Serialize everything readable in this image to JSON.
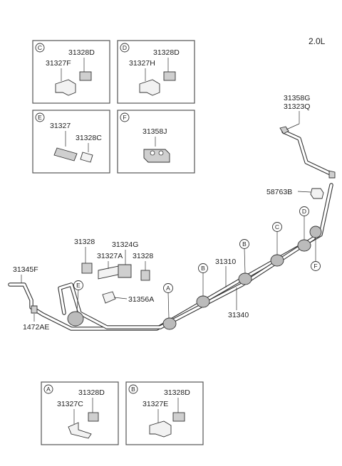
{
  "engine": "2.0L",
  "panels": {
    "C": {
      "letter": "C",
      "part_a": "31328D",
      "part_b": "31327F"
    },
    "D": {
      "letter": "D",
      "part_a": "31328D",
      "part_b": "31327H"
    },
    "E": {
      "letter": "E",
      "part_a": "31327",
      "part_b": "31328C"
    },
    "F": {
      "letter": "F",
      "part_a": "31358J"
    },
    "A": {
      "letter": "A",
      "part_a": "31328D",
      "part_b": "31327C"
    },
    "B": {
      "letter": "B",
      "part_a": "31328D",
      "part_b": "31327E"
    }
  },
  "labels": {
    "p31358G": "31358G",
    "p31323Q": "31323Q",
    "p58763B": "58763B",
    "p31328_left": "31328",
    "p31324G": "31324G",
    "p31327A": "31327A",
    "p31328_right": "31328",
    "p31310": "31310",
    "p31345F": "31345F",
    "p31356A": "31356A",
    "p31340": "31340",
    "p1472AE": "1472AE"
  },
  "callouts": {
    "A": "A",
    "B1": "B",
    "B2": "B",
    "C": "C",
    "D": "D",
    "E": "E",
    "F": "F"
  }
}
